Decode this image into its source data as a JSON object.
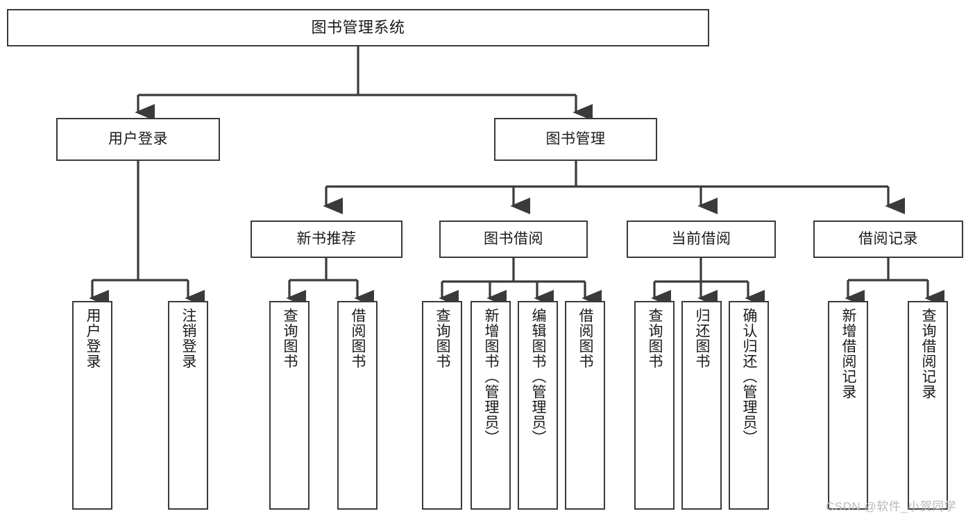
{
  "diagram": {
    "title": "图书管理系统",
    "stroke_color": "#3a3a3a",
    "background_color": "#ffffff",
    "text_color": "#1a1a1a",
    "watermark": {
      "text": "CSDN @软件_小贺同学",
      "color": "#b9b9b9"
    }
  },
  "nodes": {
    "root": {
      "label": "图书管理系统"
    },
    "level2": [
      {
        "label": "用户登录"
      },
      {
        "label": "图书管理"
      }
    ],
    "level3": [
      {
        "label": "新书推荐"
      },
      {
        "label": "图书借阅"
      },
      {
        "label": "当前借阅"
      },
      {
        "label": "借阅记录"
      }
    ],
    "leaves": [
      {
        "label": "用户登录",
        "parent": "用户登录"
      },
      {
        "label": "注销登录",
        "parent": "用户登录"
      },
      {
        "label": "查询图书",
        "parent": "新书推荐"
      },
      {
        "label": "借阅图书",
        "parent": "新书推荐"
      },
      {
        "label": "查询图书",
        "parent": "图书借阅"
      },
      {
        "label": "新增图书（管理员）",
        "parent": "图书借阅"
      },
      {
        "label": "编辑图书（管理员）",
        "parent": "图书借阅"
      },
      {
        "label": "借阅图书",
        "parent": "图书借阅"
      },
      {
        "label": "查询图书",
        "parent": "当前借阅"
      },
      {
        "label": "归还图书",
        "parent": "当前借阅"
      },
      {
        "label": "确认归还（管理员）",
        "parent": "当前借阅"
      },
      {
        "label": "新增借阅记录",
        "parent": "借阅记录"
      },
      {
        "label": "查询借阅记录",
        "parent": "借阅记录"
      }
    ]
  }
}
